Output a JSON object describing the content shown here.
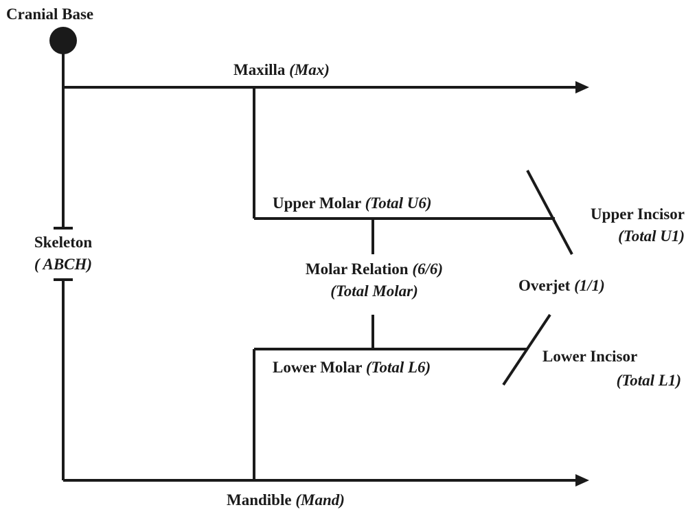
{
  "nodes": {
    "cranial_base": "Cranial Base",
    "maxilla": {
      "name": "Maxilla",
      "abbr": "(Max)"
    },
    "upper_molar": {
      "name": "Upper Molar",
      "abbr": "(Total U6)"
    },
    "upper_incisor": {
      "name": "Upper Incisor",
      "abbr": "(Total U1)"
    },
    "skeleton": {
      "name": "Skeleton",
      "abbr": "( ABCH)"
    },
    "molar_relation": {
      "name": "Molar Relation",
      "ratio": "(6/6)",
      "abbr": "(Total Molar)"
    },
    "overjet": {
      "name": "Overjet",
      "ratio": "(1/1)"
    },
    "lower_molar": {
      "name": "Lower Molar",
      "abbr": "(Total L6)"
    },
    "lower_incisor": {
      "name": "Lower Incisor",
      "abbr": "(Total L1)"
    },
    "mandible": {
      "name": "Mandible",
      "abbr": "(Mand)"
    }
  },
  "colors": {
    "line": "#1a1a1a"
  }
}
